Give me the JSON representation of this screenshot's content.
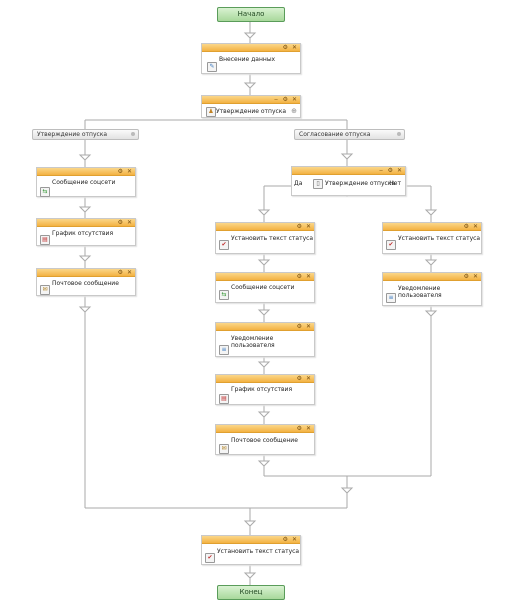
{
  "flow": {
    "start": "Начало",
    "end": "Конец",
    "entry": "Внесение данных",
    "approve_main": "Утверждение отпуска",
    "branch_left": "Утверждение отпуска",
    "branch_right": "Согласование отпуска",
    "left": {
      "social": "Сообщение соцсети",
      "schedule": "График отсутствия",
      "mail": "Почтовое сообщение"
    },
    "right_condition": "Утверждение отпуска",
    "yes": "Да",
    "no": "Нет",
    "mid": {
      "status": "Установить текст статуса",
      "social": "Сообщение соцсети",
      "notify": "Уведомление пользователя",
      "schedule": "График отсутствия",
      "mail": "Почтовое сообщение"
    },
    "far": {
      "status": "Установить текст статуса",
      "notify": "Уведомление пользователя"
    },
    "final_status": "Установить текст статуса"
  },
  "colors": {
    "header": "#f3b242",
    "start_end": "#a8d89b",
    "line": "#aaaaaa"
  }
}
